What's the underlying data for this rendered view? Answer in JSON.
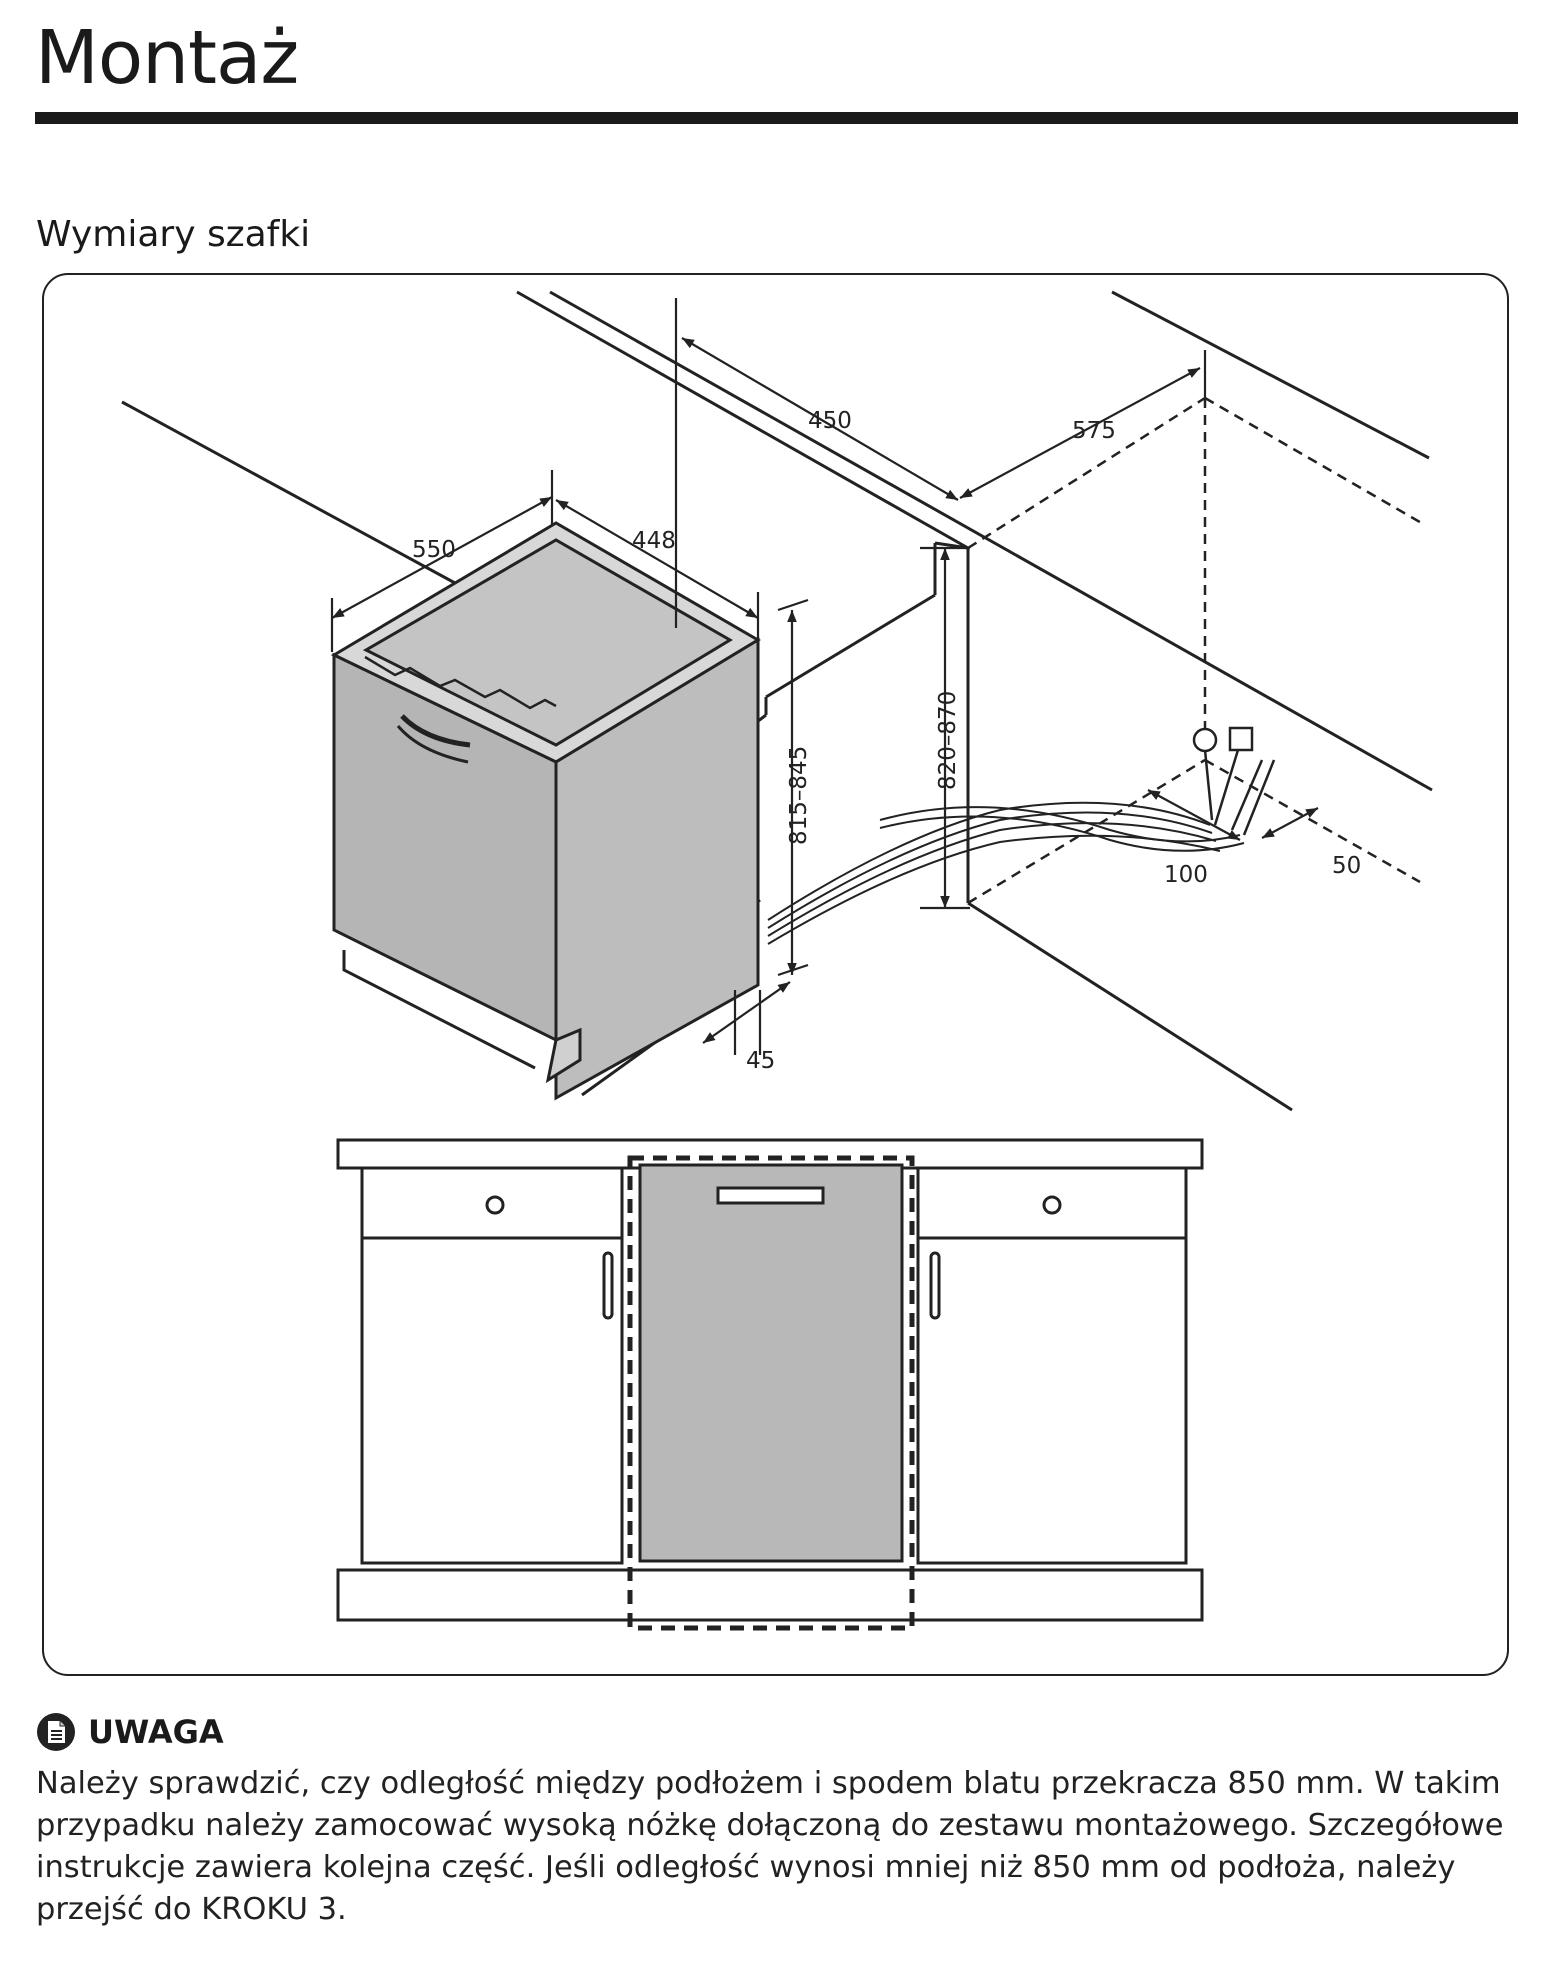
{
  "page": {
    "title": "Montaż",
    "section_title": "Wymiary szafki"
  },
  "figure": {
    "dimensions": {
      "width_550": "550",
      "depth_448": "448",
      "depth_450": "450",
      "cabinet_575": "575",
      "height_815_845": "815–845",
      "height_820_870": "820–870",
      "plinth_45": "45",
      "socket_100": "100",
      "socket_50": "50"
    }
  },
  "note": {
    "icon": "note-icon",
    "label": "UWAGA",
    "text": "Należy sprawdzić, czy odległość między podłożem i spodem blatu przekracza 850 mm. W takim przypadku należy zamocować wysoką nóżkę dołączoną do zestawu montażowego. Szczegółowe instrukcje zawiera kolejna część. Jeśli odległość wynosi mniej niż 850 mm od podłoża, należy przejść do KROKU 3."
  }
}
